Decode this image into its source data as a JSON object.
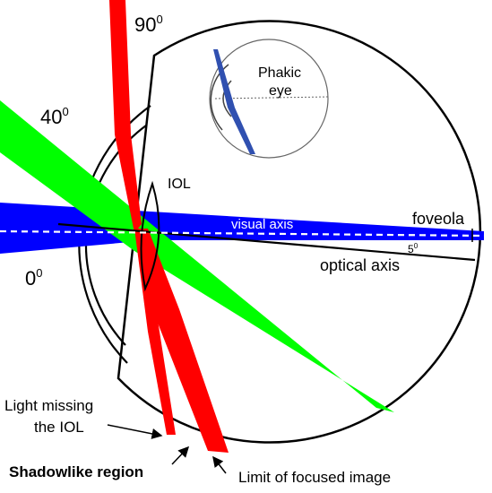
{
  "labels": {
    "angle_90_base": "90",
    "angle_90_sup": "0",
    "angle_40_base": "40",
    "angle_40_sup": "0",
    "angle_0_base": "0",
    "angle_0_sup": "0",
    "angle_5_base": "5",
    "angle_5_sup": "0",
    "iol": "IOL",
    "visual_axis": "visual axis",
    "foveola": "foveola",
    "optical_axis": "optical axis",
    "inset_line1": "Phakic",
    "inset_line2": "eye",
    "light_missing_line1": "Light missing",
    "light_missing_line2": "the IOL",
    "shadowlike_region": "Shadowlike region",
    "limit_focused_image": "Limit of focused image"
  },
  "colors": {
    "ray_90": "#ff0000",
    "ray_40": "#00ff00",
    "ray_0": "#0000ff",
    "inset_ray": "#3050b0",
    "outline": "#000000"
  }
}
